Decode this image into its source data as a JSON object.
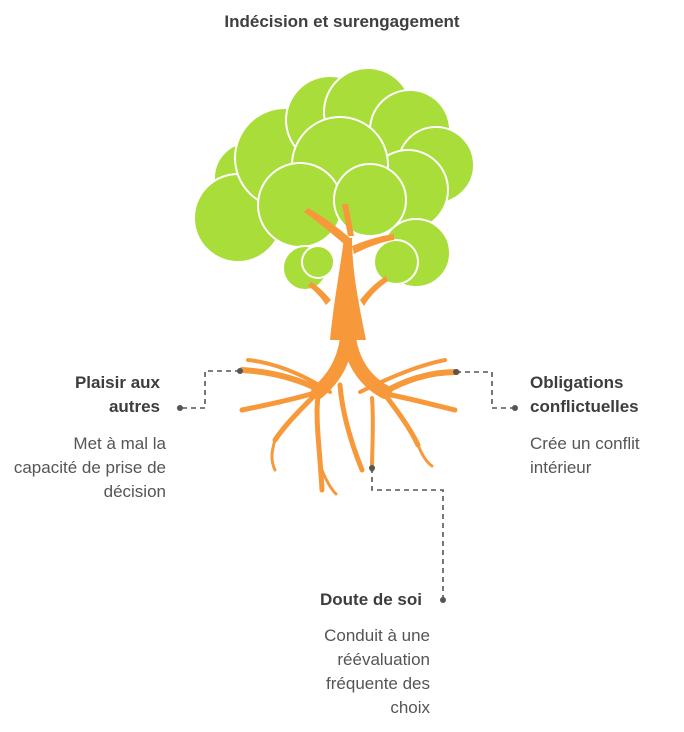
{
  "title": "Indécision et surengagement",
  "colors": {
    "foliage": "#a8dd3a",
    "foliage_outline": "#ffffff",
    "trunk": "#f7993a",
    "connector": "#555555",
    "text": "#4a4a4a"
  },
  "items": [
    {
      "label": "Plaisir aux autres",
      "description": "Met à mal la capacité de prise de décision"
    },
    {
      "label": "Obligations conflictuelles",
      "description": "Crée un conflit intérieur"
    },
    {
      "label": "Doute de soi",
      "description": "Conduit à une réévaluation fréquente des choix"
    }
  ]
}
